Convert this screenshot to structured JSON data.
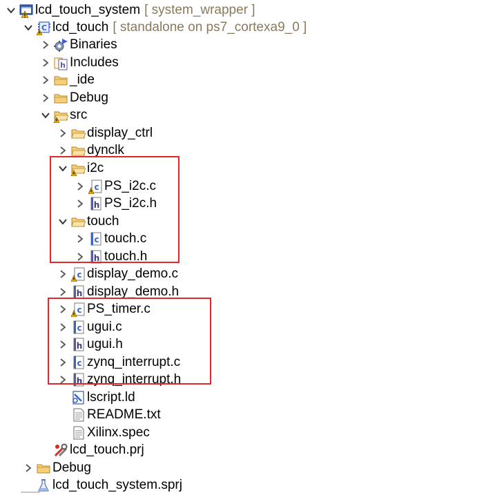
{
  "colors": {
    "highlight": "#e3262e",
    "decoration": "#8a7a5c",
    "folder": "#e8b860",
    "folder_dark": "#b8862a",
    "c_file": "#3a64c8",
    "h_file": "#5a5a9a",
    "warning": "#f0b400"
  },
  "tree": {
    "system": {
      "label": "lcd_touch_system",
      "decoration": "[ system_wrapper ]",
      "icon": "system-project-icon"
    },
    "app": {
      "label": "lcd_touch",
      "decoration": "[ standalone on ps7_cortexa9_0 ]",
      "icon": "c-project-icon"
    },
    "binaries": {
      "label": "Binaries",
      "icon": "binaries-icon"
    },
    "includes": {
      "label": "Includes",
      "icon": "includes-icon"
    },
    "ide": {
      "label": "_ide",
      "icon": "folder-icon"
    },
    "debug_app": {
      "label": "Debug",
      "icon": "folder-icon"
    },
    "src": {
      "label": "src",
      "icon": "source-folder-icon"
    },
    "display_ctrl": {
      "label": "display_ctrl",
      "icon": "folder-icon"
    },
    "dynclk": {
      "label": "dynclk",
      "icon": "folder-icon"
    },
    "i2c": {
      "label": "i2c",
      "icon": "folder-warning-icon"
    },
    "ps_i2c_c": {
      "label": "PS_i2c.c",
      "icon": "c-file-warning-icon"
    },
    "ps_i2c_h": {
      "label": "PS_i2c.h",
      "icon": "h-file-icon"
    },
    "touch": {
      "label": "touch",
      "icon": "folder-open-icon"
    },
    "touch_c": {
      "label": "touch.c",
      "icon": "c-file-icon"
    },
    "touch_h": {
      "label": "touch.h",
      "icon": "h-file-icon"
    },
    "display_demo_c": {
      "label": "display_demo.c",
      "icon": "c-file-warning-icon"
    },
    "display_demo_h": {
      "label": "display_demo.h",
      "icon": "h-file-icon"
    },
    "ps_timer_c": {
      "label": "PS_timer.c",
      "icon": "c-file-warning-icon"
    },
    "ugui_c": {
      "label": "ugui.c",
      "icon": "c-file-icon"
    },
    "ugui_h": {
      "label": "ugui.h",
      "icon": "h-file-icon"
    },
    "zynq_interrupt_c": {
      "label": "zynq_interrupt.c",
      "icon": "c-file-icon"
    },
    "zynq_interrupt_h": {
      "label": "zynq_interrupt.h",
      "icon": "h-file-icon"
    },
    "lscript": {
      "label": "lscript.ld",
      "icon": "linker-script-icon"
    },
    "readme": {
      "label": "README.txt",
      "icon": "text-file-icon"
    },
    "xilinx_spec": {
      "label": "Xilinx.spec",
      "icon": "text-file-icon"
    },
    "lcd_touch_prj": {
      "label": "lcd_touch.prj",
      "icon": "project-settings-icon"
    },
    "debug_sys": {
      "label": "Debug",
      "icon": "folder-icon"
    },
    "sprj": {
      "label": "lcd_touch_system.sprj",
      "icon": "system-project-file-icon"
    }
  }
}
